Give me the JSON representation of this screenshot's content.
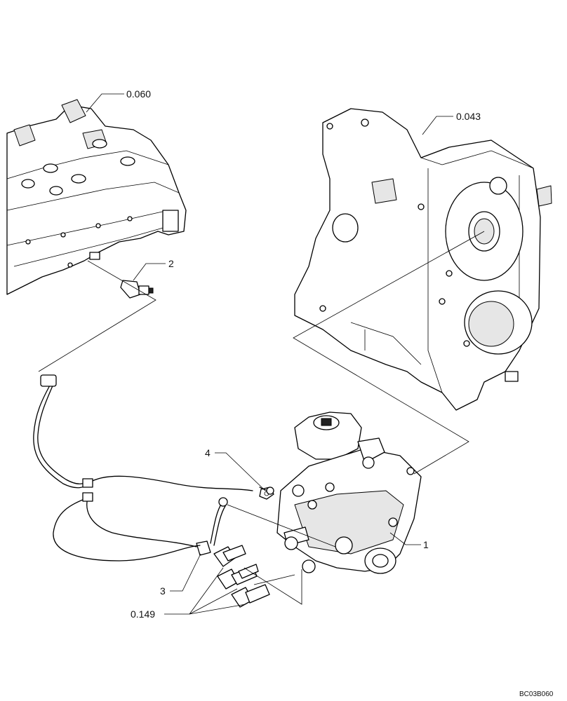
{
  "callouts": {
    "ref_cylinder_head": "0.060",
    "ref_gear_housing": "0.043",
    "ref_injection_lines": "0.149",
    "item_1": "1",
    "item_2": "2",
    "item_3": "3",
    "item_4": "4"
  },
  "drawing_code": "BC03B060"
}
